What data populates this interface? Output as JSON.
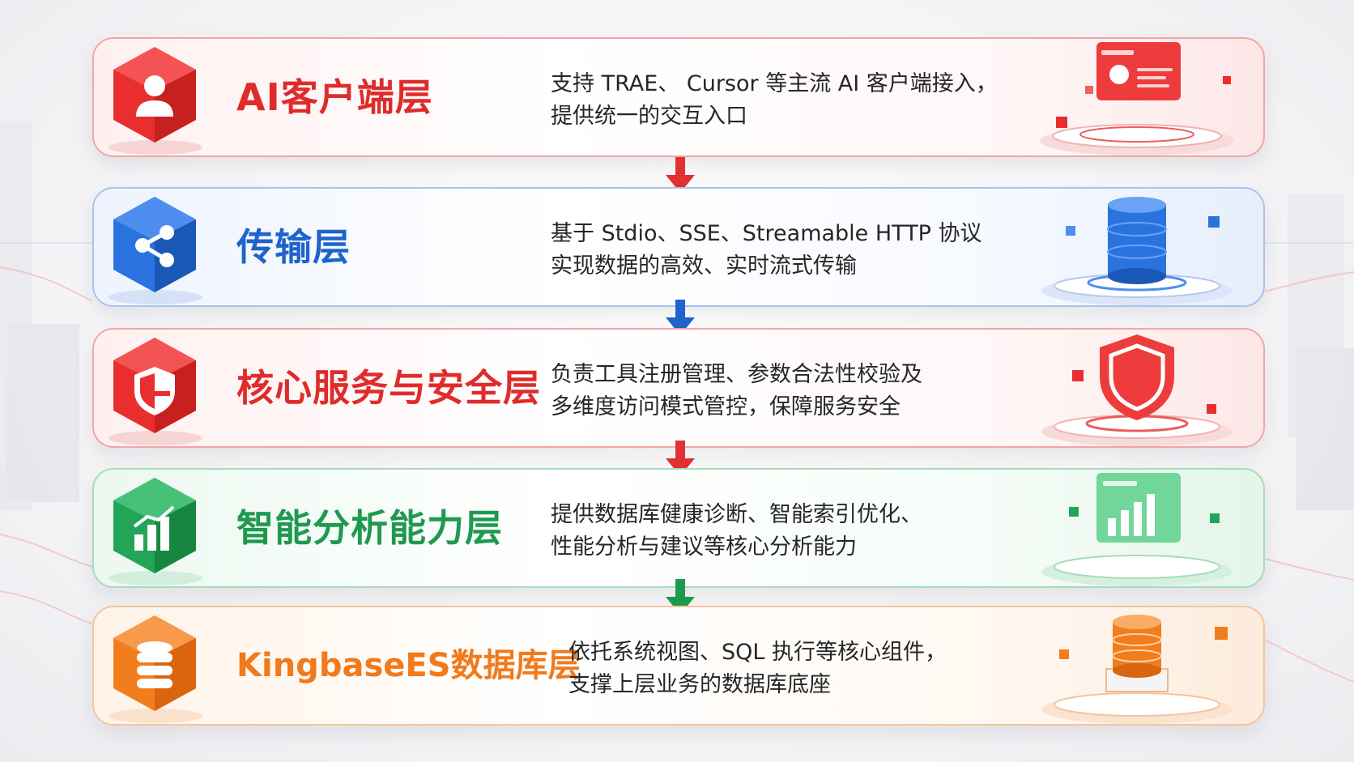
{
  "colors": {
    "red": "#e02b2b",
    "blue": "#1f63cc",
    "green": "#1e9a4e",
    "orange": "#f07a1c"
  },
  "layers": [
    {
      "title": "AI客户端层",
      "desc_line1": "支持 TRAE、 Cursor 等主流 AI 客户端接入，",
      "desc_line2": "提供统一的交互入口",
      "icon": "user-icon",
      "illustration": "client-window-icon",
      "color": "#e02b2b"
    },
    {
      "title": "传输层",
      "desc_line1": "基于 Stdio、SSE、Streamable HTTP 协议",
      "desc_line2": "实现数据的高效、实时流式传输",
      "icon": "share-icon",
      "illustration": "server-database-icon",
      "color": "#1f63cc"
    },
    {
      "title": "核心服务与安全层",
      "desc_line1": "负责工具注册管理、参数合法性校验及",
      "desc_line2": "多维度访问模式管控，保障服务安全",
      "icon": "shield-icon",
      "illustration": "security-shield-icon",
      "color": "#e02b2b"
    },
    {
      "title": "智能分析能力层",
      "desc_line1": "提供数据库健康诊断、智能索引优化、",
      "desc_line2": "性能分析与建议等核心分析能力",
      "icon": "bar-chart-icon",
      "illustration": "analytics-panel-icon",
      "color": "#1e9a4e"
    },
    {
      "title": "KingbaseES数据库层",
      "desc_line1": "依托系统视图、SQL 执行等核心组件，",
      "desc_line2": "支撑上层业务的数据库底座",
      "icon": "database-icon",
      "illustration": "database-stack-icon",
      "color": "#f07a1c"
    }
  ]
}
